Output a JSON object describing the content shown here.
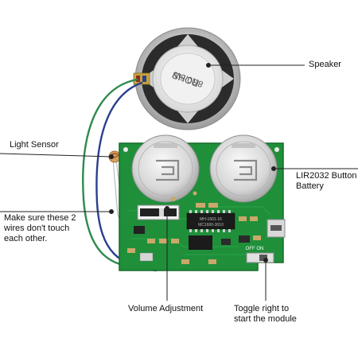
{
  "labels": {
    "speaker": "Speaker",
    "light_sensor": "Light Sensor",
    "wires": "Make sure these 2\nwires don't touch\neach other.",
    "battery": "LIR2032 Button\nBattery",
    "volume": "Volume Adjustment",
    "toggle": "Toggle right to\nstart the module"
  },
  "board_text": {
    "speaker_marking_1": "ROHS",
    "speaker_marking_2": "8Ω0.5W",
    "chip_marking_1": "MH-1601-16",
    "chip_marking_2": "MC1600-3010",
    "switch_marking": "OFF ON"
  },
  "colors": {
    "pcb": "#1f8f3a",
    "pcb_dark": "#166d2b",
    "callout": "#222222",
    "wire_green": "#2f8a4f",
    "wire_blue": "#2a3f8f"
  }
}
